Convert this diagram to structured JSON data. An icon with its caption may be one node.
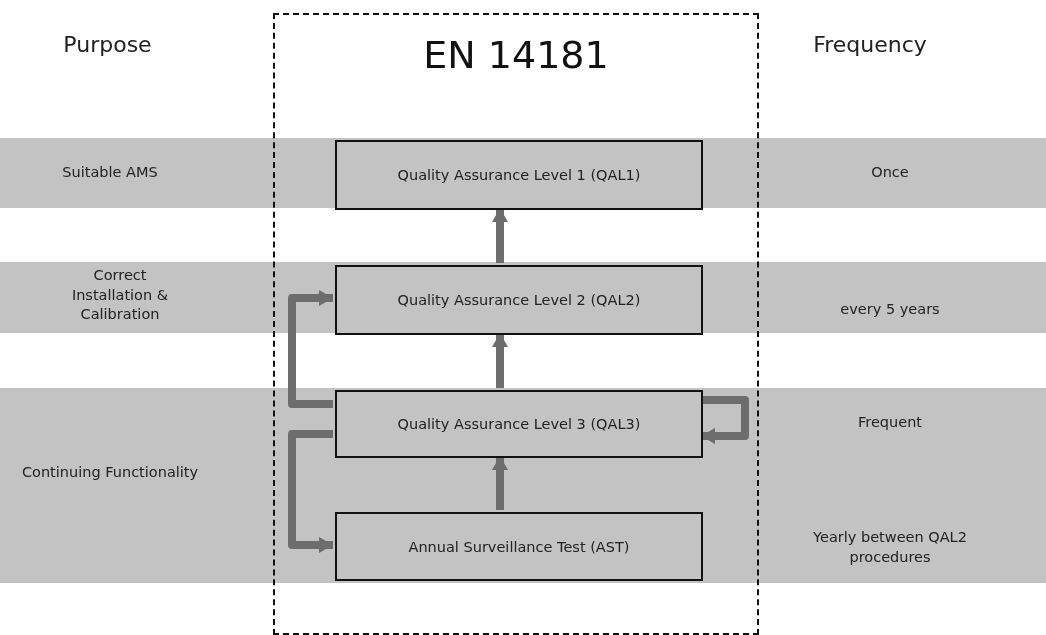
{
  "diagram": {
    "nodes": [
      {
        "text": [
          "EN 14181"
        ]
      },
      {
        "text": [
          "Quality Assurance Level 1 (QAL1)"
        ],
        "in": 0
      },
      {
        "text": [
          "Quality Assurance Level 2 (QAL2)"
        ],
        "in": 0
      },
      {
        "text": [
          "Quality Assurance Level 3 (QAL3)"
        ],
        "in": 0
      },
      {
        "text": [
          "Annual Surveillance Test (AST)"
        ],
        "in": 0
      }
    ],
    "edges": [
      {
        "from": 2,
        "to": 1,
        "arrow": "to"
      },
      {
        "from": 3,
        "to": 2,
        "arrow": "to"
      },
      {
        "from": 4,
        "to": 3,
        "arrow": "to"
      },
      {
        "from": 3,
        "to": 2,
        "arrow": "to"
      },
      {
        "from": 3,
        "to": 4,
        "arrow": "to"
      },
      {
        "from": 3,
        "to": 3,
        "arrow": "to"
      }
    ],
    "labels": [
      "Purpose",
      "Frequency",
      "Suitable AMS",
      "Once",
      "Correct Installation & Calibration",
      "every 5 years",
      "Frequent",
      "Continuing Functionality",
      "Yearly between QAL2 procedures"
    ]
  }
}
